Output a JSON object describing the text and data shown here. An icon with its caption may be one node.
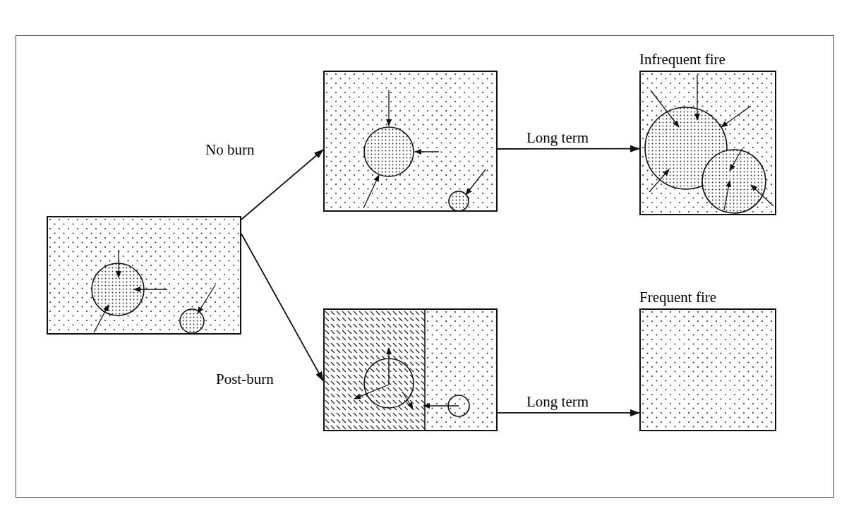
{
  "diagram": {
    "nodes": [
      {
        "text": [],
        "shape": "box"
      },
      {
        "text": [],
        "shape": "box"
      },
      {
        "text": [
          "Infrequent fire"
        ]
      },
      {
        "text": [],
        "shape": "box"
      },
      {
        "text": [
          "Frequent fire"
        ]
      }
    ],
    "edges": [
      {
        "from": 0,
        "to": 1,
        "arrow": "to",
        "label": "No burn"
      },
      {
        "from": 0,
        "to": 3,
        "arrow": "to",
        "label": "Post-burn"
      },
      {
        "from": 1,
        "to": 2,
        "arrow": "to",
        "label": "Long term"
      },
      {
        "from": 3,
        "to": 4,
        "arrow": "to",
        "label": "Long term"
      }
    ]
  }
}
